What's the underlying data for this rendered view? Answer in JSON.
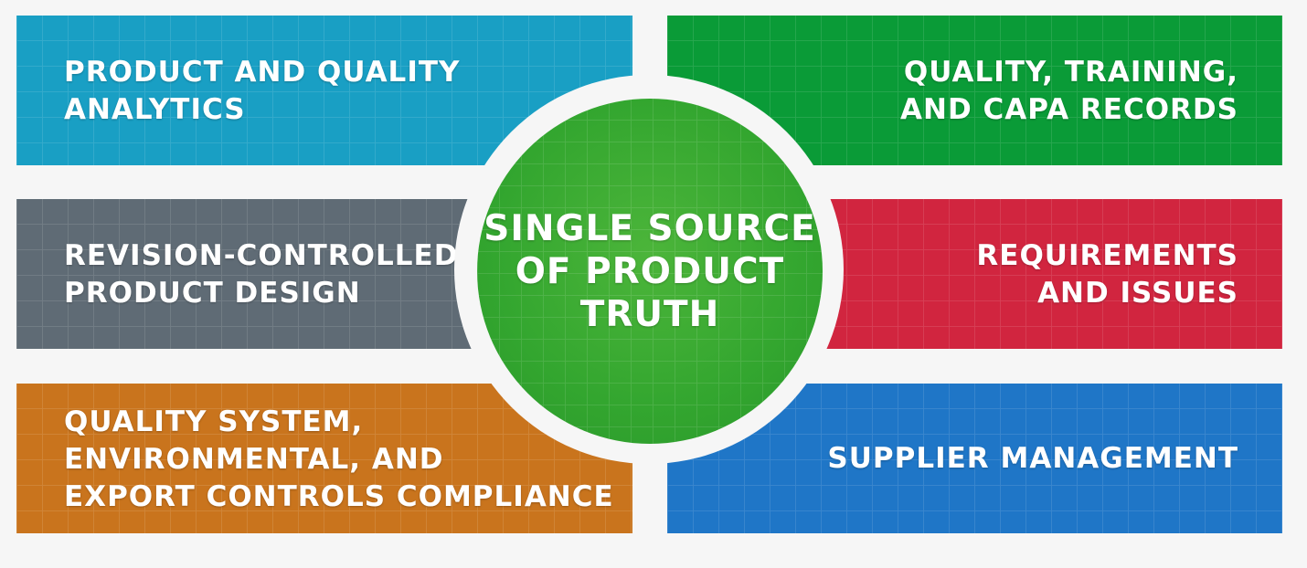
{
  "center": {
    "title": "SINGLE SOURCE\nOF PRODUCT\nTRUTH",
    "color": "#33a62f"
  },
  "panels": [
    {
      "label": "PRODUCT AND QUALITY\nANALYTICS",
      "color": "#199fc4"
    },
    {
      "label": "QUALITY, TRAINING,\nAND CAPA RECORDS",
      "color": "#0a9b37"
    },
    {
      "label": "REVISION-CONTROLLED\nPRODUCT DESIGN",
      "color": "#5f6b75"
    },
    {
      "label": "REQUIREMENTS\nAND ISSUES",
      "color": "#d1253f"
    },
    {
      "label": "QUALITY SYSTEM,\nENVIRONMENTAL, AND\nEXPORT CONTROLS COMPLIANCE",
      "color": "#c9741d"
    },
    {
      "label": "SUPPLIER MANAGEMENT",
      "color": "#1f76c7"
    }
  ]
}
